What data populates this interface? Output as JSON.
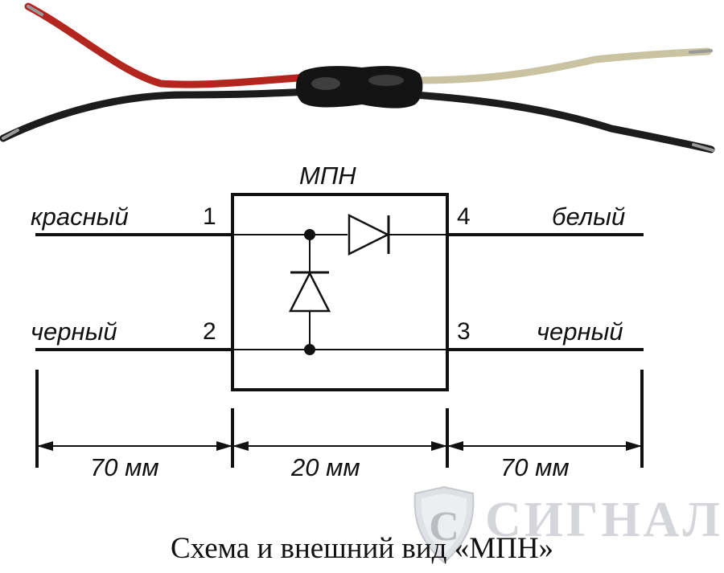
{
  "diagram": {
    "device_title": "МПН",
    "left_wires": [
      {
        "color_label": "красный",
        "pin": "1"
      },
      {
        "color_label": "черный",
        "pin": "2"
      }
    ],
    "right_wires": [
      {
        "color_label": "белый",
        "pin": "4"
      },
      {
        "color_label": "черный",
        "pin": "3"
      }
    ],
    "dimensions": [
      "70 мм",
      "20 мм",
      "70 мм"
    ]
  },
  "photo": {
    "wire_colors": {
      "red": "#b3261e",
      "black": "#1c1c1c",
      "white": "#c9c3a2",
      "body": "#141414"
    }
  },
  "watermark": {
    "brand": "СИГНАЛ",
    "logo_letter": "С"
  },
  "caption": "Схема и внешний вид «МПН»"
}
